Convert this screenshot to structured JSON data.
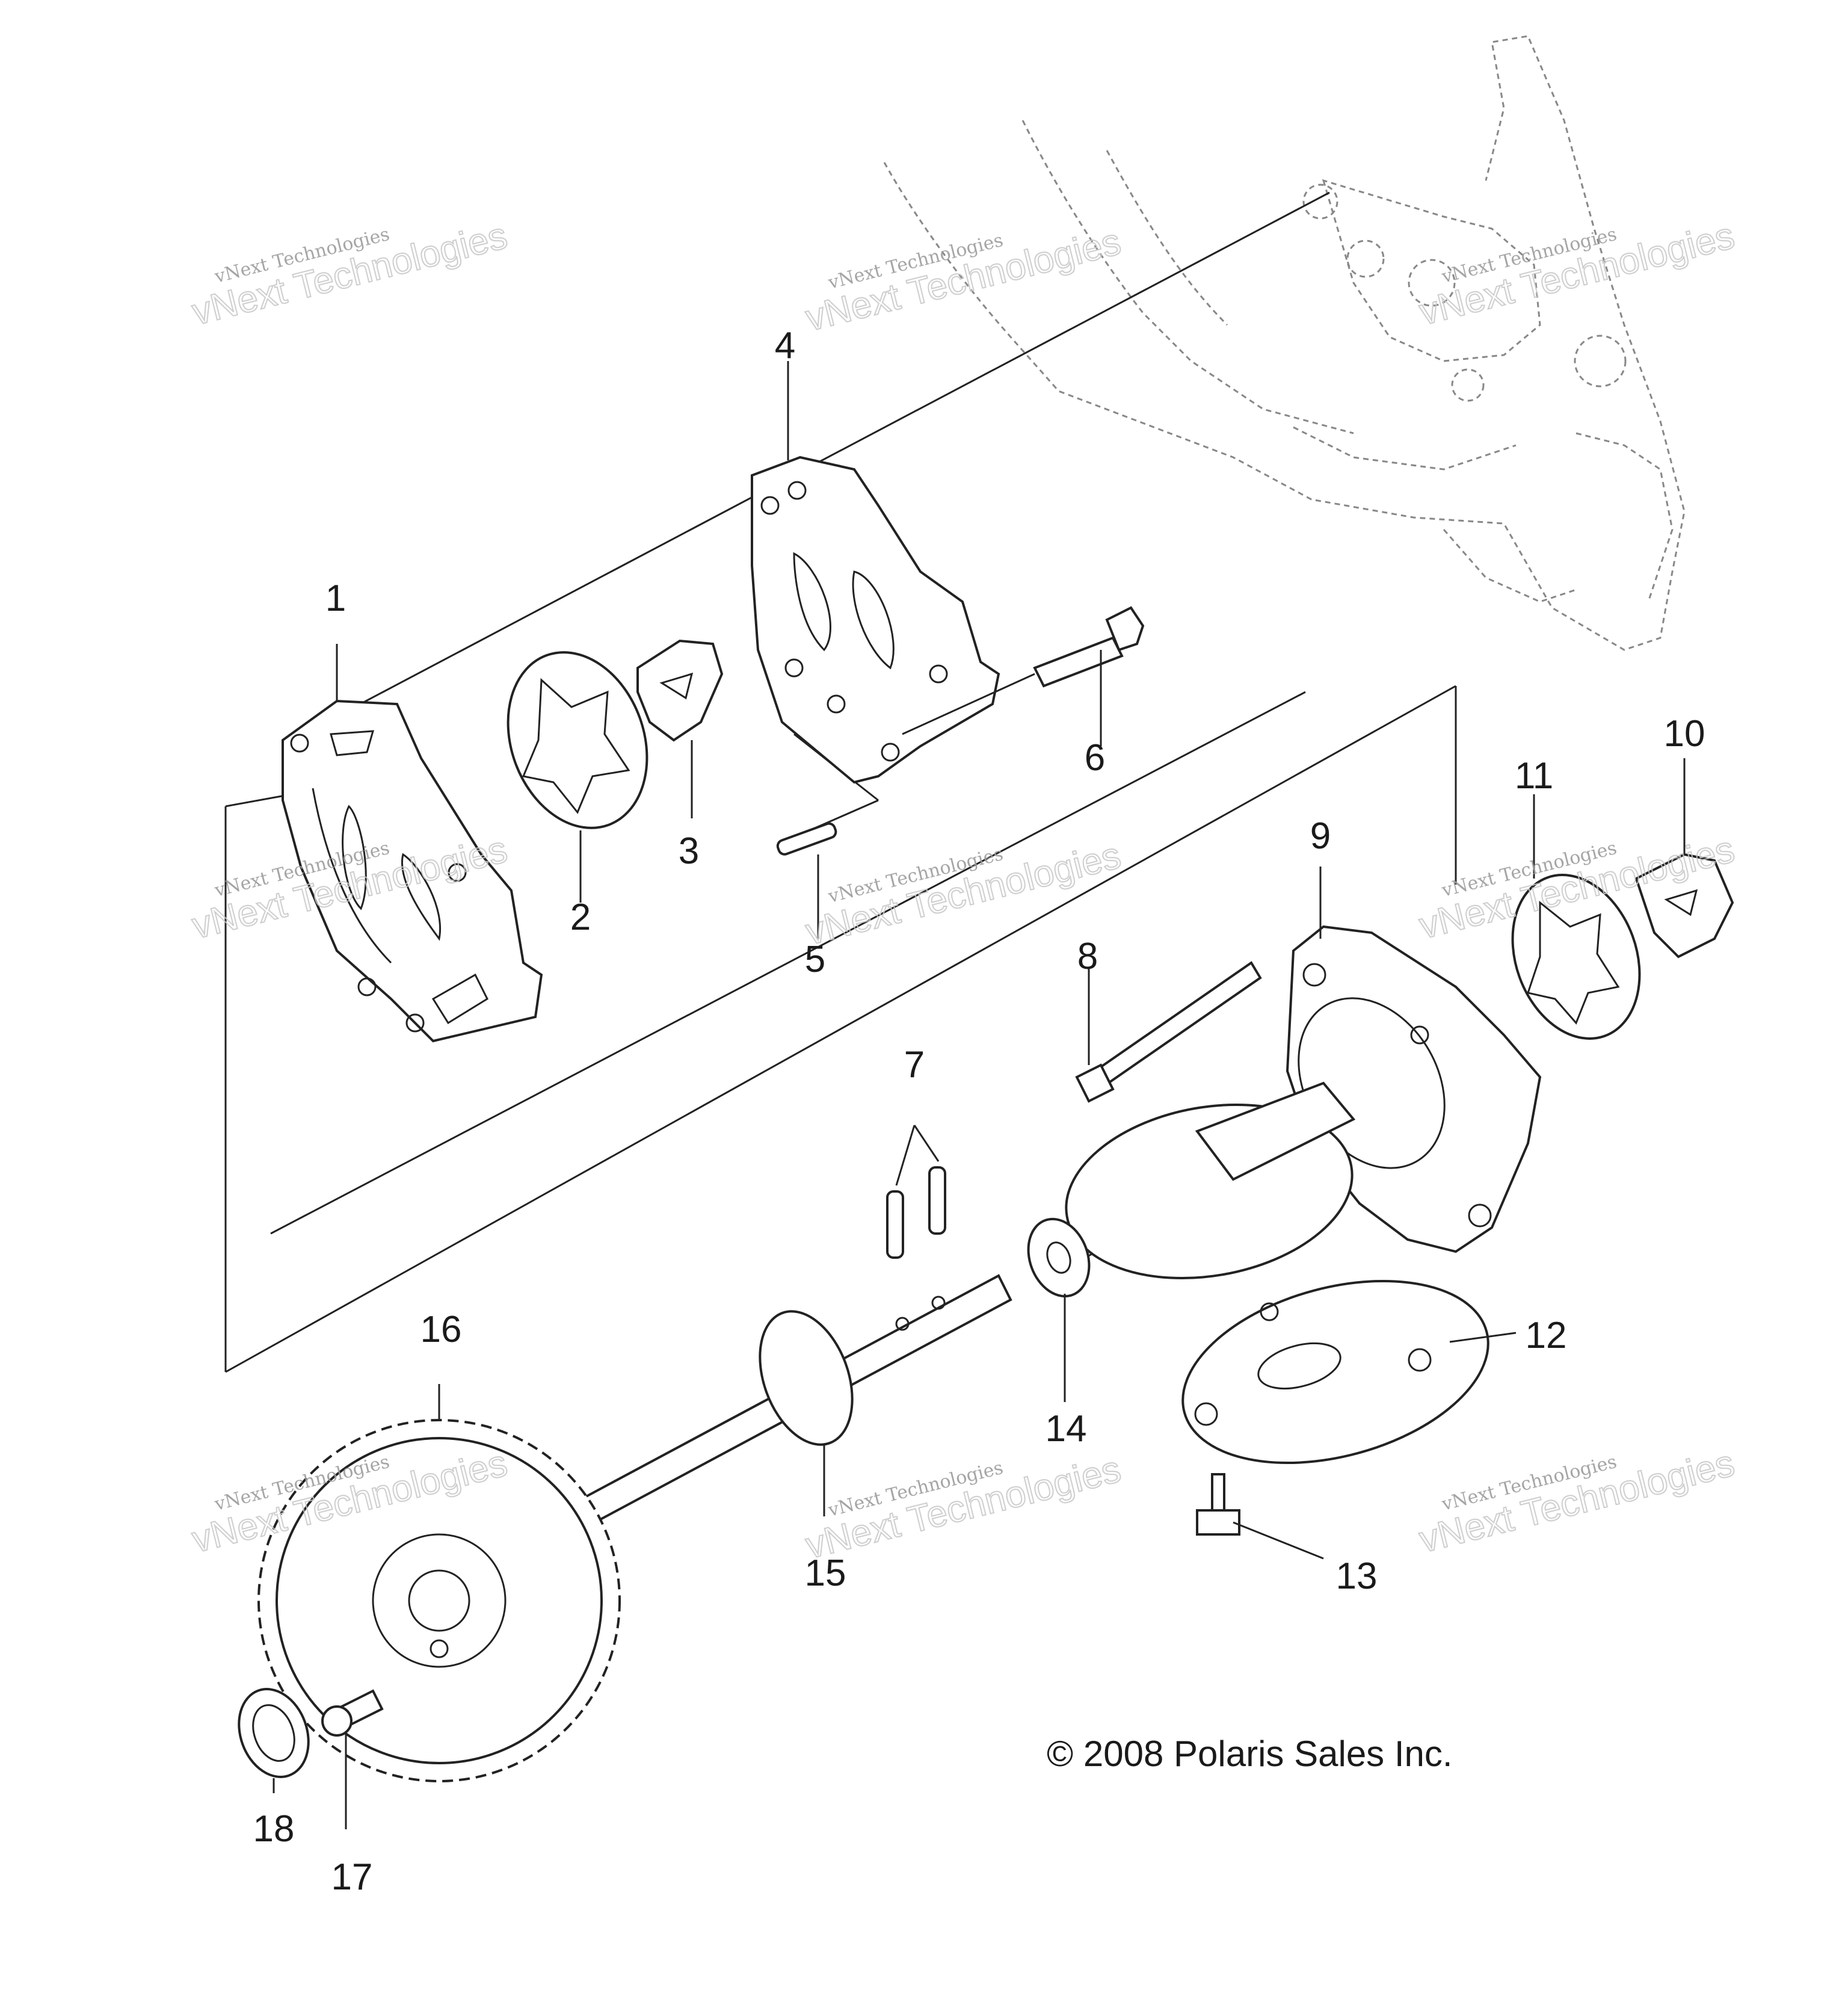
{
  "callouts": [
    {
      "id": "c1",
      "text": "1"
    },
    {
      "id": "c2",
      "text": "2"
    },
    {
      "id": "c3",
      "text": "3"
    },
    {
      "id": "c4",
      "text": "4"
    },
    {
      "id": "c5",
      "text": "5"
    },
    {
      "id": "c6",
      "text": "6"
    },
    {
      "id": "c7",
      "text": "7"
    },
    {
      "id": "c8",
      "text": "8"
    },
    {
      "id": "c9",
      "text": "9"
    },
    {
      "id": "c10",
      "text": "10"
    },
    {
      "id": "c11",
      "text": "11"
    },
    {
      "id": "c12",
      "text": "12"
    },
    {
      "id": "c13",
      "text": "13"
    },
    {
      "id": "c14",
      "text": "14"
    },
    {
      "id": "c15",
      "text": "15"
    },
    {
      "id": "c16",
      "text": "16"
    },
    {
      "id": "c17",
      "text": "17"
    },
    {
      "id": "c18",
      "text": "18"
    }
  ],
  "copyright": "© 2008 Polaris Sales Inc.",
  "watermark": {
    "line1": "vNext Technologies",
    "line2": "vNext Technologies"
  }
}
